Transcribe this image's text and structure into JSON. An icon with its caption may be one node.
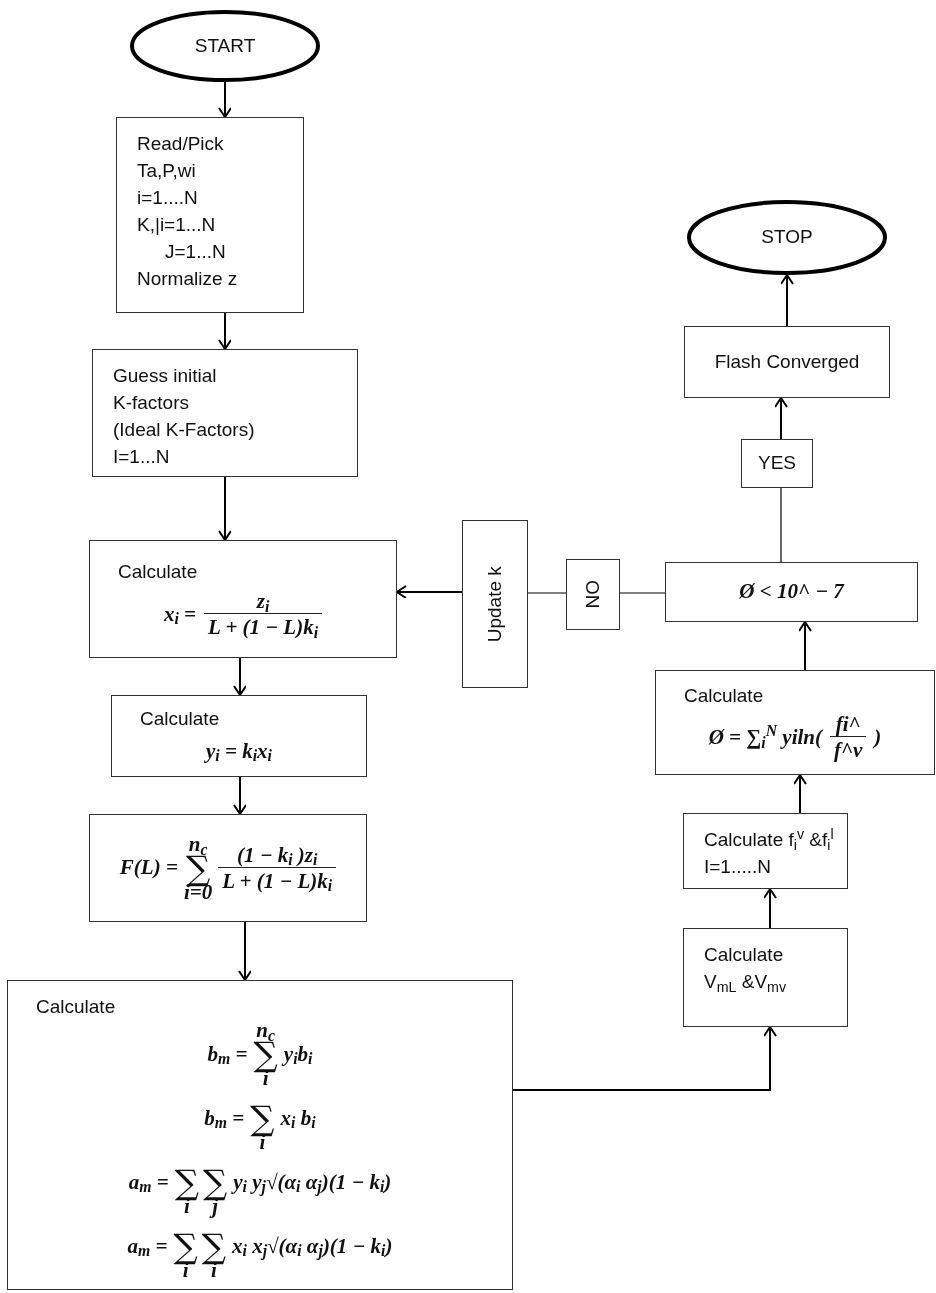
{
  "diagram": {
    "nodes": [
      {
        "text": [
          "START"
        ]
      },
      {
        "text": [
          "Read/Pick",
          "Ta,P,wi",
          "i=1....N",
          "K,|i=1...N",
          "J=1...N",
          "Normalize z"
        ]
      },
      {
        "text": [
          "Guess initial",
          "K-factors",
          "(Ideal K-Factors)",
          "I=1...N"
        ]
      },
      {
        "text": [
          "Calculate",
          "x$_{i}$ =",
          "z$_{i}$",
          "L + (1 − L)k$_{i}$"
        ]
      },
      {
        "text": [
          "Calculate",
          "y$_{i}$ = k$_{i}$x$_{i}$"
        ]
      },
      {
        "text": [
          "F(L) =",
          "n$_{c}$",
          "∑",
          "i=0",
          "(1 − k$_{i}$ )z$_{i}$",
          "L + (1 − L)k$_{i}$"
        ]
      },
      {
        "text": [
          "Calculate",
          "b$_{m}$ =",
          "n$_{c}$",
          "∑",
          "i",
          "y$_{i}$b$_{i}$",
          "b$_{m}$ =",
          "∑",
          "i",
          "x$_{i}$ b$_{i}$",
          "a$_{m}$ =",
          "∑",
          "i",
          "∑",
          "j",
          "y$_{i}$ y$_{j}$√(α$_{i}$  α$_{j}$)(1 − k$_{i}$)",
          "a$_{m}$ =",
          "∑",
          "i",
          "∑",
          "i",
          "x$_{i}$ x$_{j}$√(α$_{i}$ α$_{j}$)(1 − k$_{i}$)"
        ]
      },
      {
        "text": [
          "Calculate",
          "V$_{mL}$ &V$_{mv}$"
        ]
      },
      {
        "text": [
          "Calculate f$_{i}$$^{v}$ &f$_{i}$$^{l}$",
          "I=1.....N"
        ]
      },
      {
        "text": [
          "Calculate",
          "Ø = ∑$_{i}$$^{N}$ yiln(",
          "fi^",
          "f^v",
          ")"
        ]
      },
      {
        "text": [
          "Ø < 10^ − 7"
        ]
      },
      {
        "text": [
          "NO"
        ]
      },
      {
        "text": [
          "Update k"
        ]
      },
      {
        "text": [
          "YES"
        ]
      },
      {
        "text": [
          "Flash Converged"
        ]
      },
      {
        "text": [
          "STOP"
        ]
      }
    ],
    "edges": [
      {
        "from": 0,
        "to": 1,
        "arrow": "to"
      },
      {
        "from": 1,
        "to": 2,
        "arrow": "to"
      },
      {
        "from": 2,
        "to": 3,
        "arrow": "to"
      },
      {
        "from": 3,
        "to": 4,
        "arrow": "to"
      },
      {
        "from": 4,
        "to": 5,
        "arrow": "to"
      },
      {
        "from": 5,
        "to": 6,
        "arrow": "to"
      },
      {
        "from": 6,
        "to": 7,
        "arrow": "to"
      },
      {
        "from": 7,
        "to": 8,
        "arrow": "to"
      },
      {
        "from": 8,
        "to": 9,
        "arrow": "to"
      },
      {
        "from": 9,
        "to": 10,
        "arrow": "to"
      },
      {
        "from": 10,
        "to": 13,
        "arrow": "none"
      },
      {
        "from": 13,
        "to": 14,
        "arrow": "to"
      },
      {
        "from": 14,
        "to": 15,
        "arrow": "to"
      },
      {
        "from": 10,
        "to": 11,
        "arrow": "none"
      },
      {
        "from": 11,
        "to": 12,
        "arrow": "none"
      },
      {
        "from": 12,
        "to": 3,
        "arrow": "to"
      }
    ]
  }
}
